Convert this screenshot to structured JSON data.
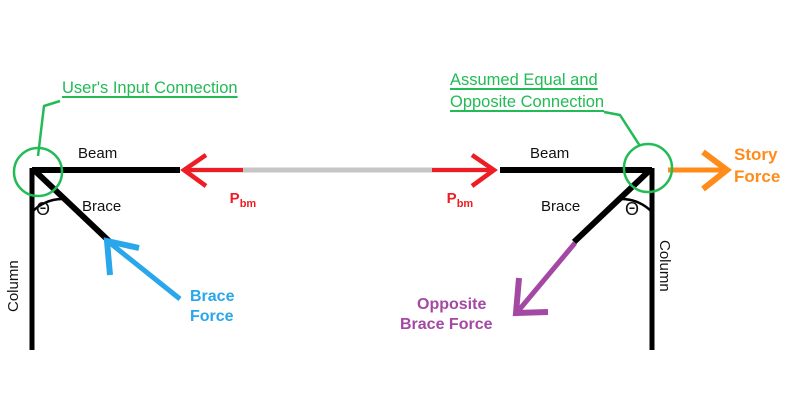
{
  "figure": {
    "title": "Braced frame connection force diagram",
    "background_color": "#ffffff"
  },
  "colors": {
    "structure": "#000000",
    "annotation_green": "#22bb55",
    "beam_force_red": "#ee1c25",
    "story_force_orange": "#ff8c1a",
    "brace_force_blue": "#29a7ea",
    "opposite_brace_force_purple": "#a349a4",
    "beam_midspan_gray": "#c6c6c6"
  },
  "annotations": {
    "left_connection_label": "User's Input Connection",
    "right_connection_label_line1": "Assumed Equal and",
    "right_connection_label_line2": "Opposite Connection"
  },
  "members": {
    "beam_left_label": "Beam",
    "beam_right_label": "Beam",
    "brace_left_label": "Brace",
    "brace_right_label": "Brace",
    "column_left_label": "Column",
    "column_right_label": "Column",
    "angle_left_symbol": "Θ",
    "angle_right_symbol": "Θ"
  },
  "forces": {
    "beam_force_left_symbol": "P",
    "beam_force_left_subscript": "bm",
    "beam_force_right_symbol": "P",
    "beam_force_right_subscript": "bm",
    "story_force_line1": "Story",
    "story_force_line2": "Force",
    "brace_force_line1": "Brace",
    "brace_force_line2": "Force",
    "opposite_brace_force_line1": "Opposite",
    "opposite_brace_force_line2": "Brace Force"
  }
}
